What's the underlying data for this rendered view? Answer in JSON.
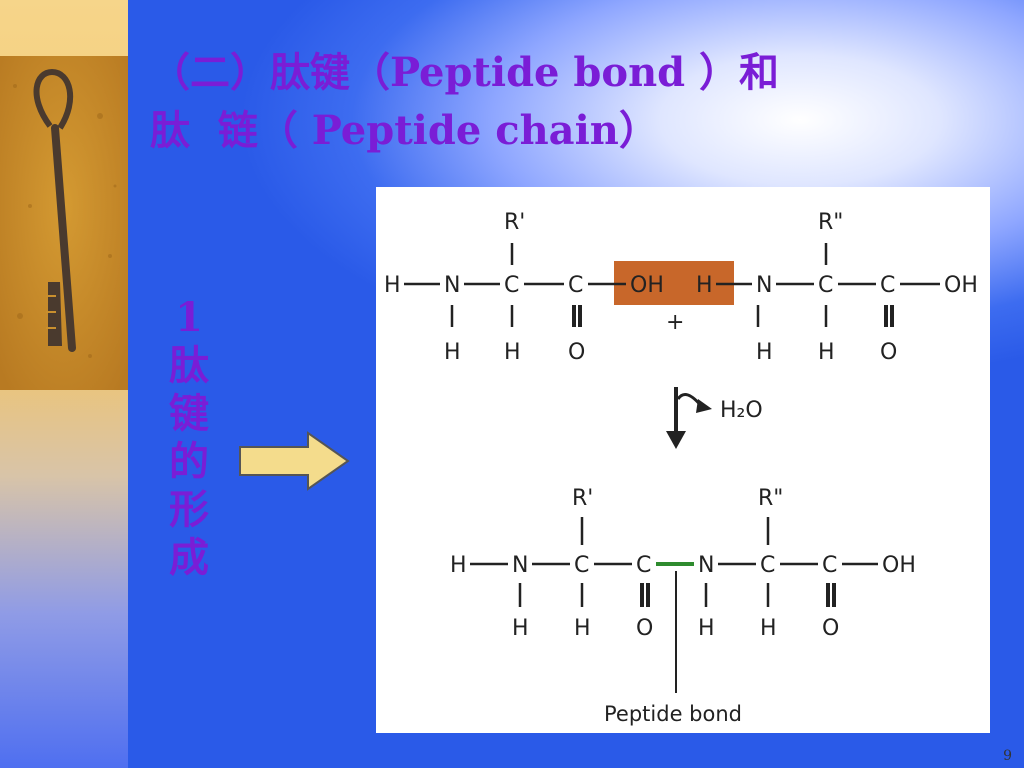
{
  "slide": {
    "title_line1": "（二）肽键（Peptide bond ）和",
    "title_line2": "肽  链（ Peptide chain）",
    "label_chars": [
      "1",
      "肽",
      "键",
      "的",
      "形",
      "成"
    ],
    "page_number": "9"
  },
  "diagram": {
    "top_row": [
      "H",
      "N",
      "C",
      "C",
      "OH",
      "H",
      "N",
      "C",
      "C",
      "OH"
    ],
    "top_r_groups": [
      "R'",
      "R\""
    ],
    "top_bottom_atoms": [
      "H",
      "H",
      "O",
      "H",
      "H",
      "O"
    ],
    "plus": "+",
    "water": "H₂O",
    "bottom_row": [
      "H",
      "N",
      "C",
      "C",
      "N",
      "C",
      "C",
      "OH"
    ],
    "bottom_r_groups": [
      "R'",
      "R\""
    ],
    "bottom_bottom_atoms": [
      "H",
      "H",
      "O",
      "H",
      "H",
      "O"
    ],
    "bond_caption": "Peptide bond"
  },
  "colors": {
    "title": "#7a1dd6",
    "highlight": "#c8672a",
    "peptide_bond": "#2e8b2e",
    "arrow_fill": "#f4dc8c"
  }
}
